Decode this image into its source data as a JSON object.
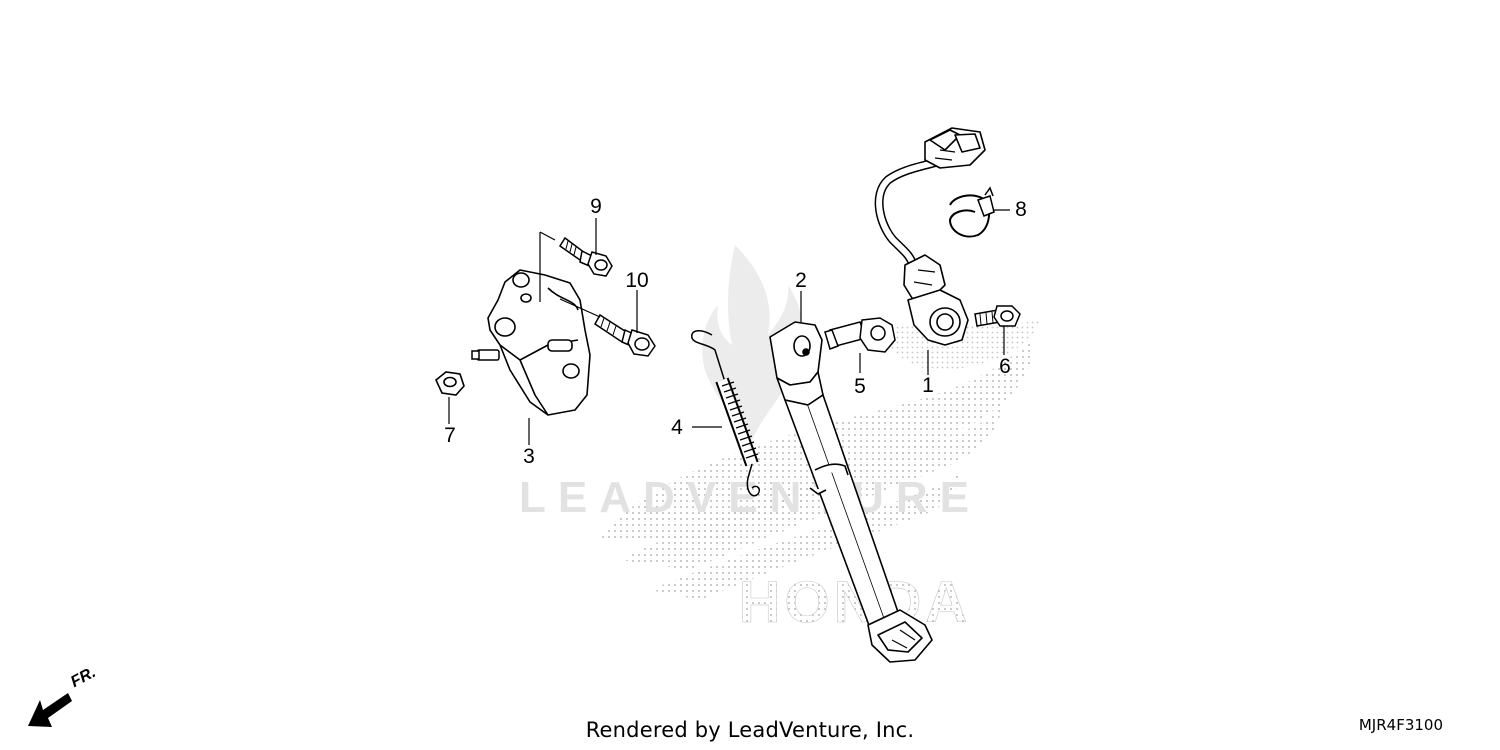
{
  "watermark": {
    "brand_text": "LEADVENTURE",
    "make_text": "HONDA"
  },
  "callouts": [
    {
      "id": "1",
      "text": "1"
    },
    {
      "id": "2",
      "text": "2"
    },
    {
      "id": "3",
      "text": "3"
    },
    {
      "id": "4",
      "text": "4"
    },
    {
      "id": "5",
      "text": "5"
    },
    {
      "id": "6",
      "text": "6"
    },
    {
      "id": "7",
      "text": "7"
    },
    {
      "id": "8",
      "text": "8"
    },
    {
      "id": "9",
      "text": "9"
    },
    {
      "id": "10",
      "text": "10"
    }
  ],
  "direction": {
    "label": "FR.",
    "icon": "front-direction-arrow-icon"
  },
  "footer": {
    "credit": "Rendered by LeadVenture, Inc.",
    "code": "MJR4F3100"
  },
  "colors": {
    "line": "#000000",
    "watermark": "#d0d0d0"
  }
}
